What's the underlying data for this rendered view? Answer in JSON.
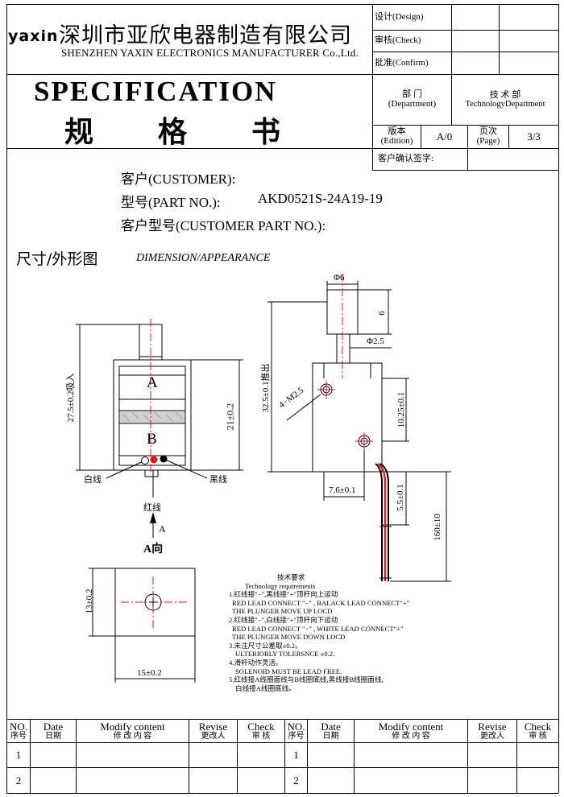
{
  "header": {
    "logo": "yaxin",
    "company_cn": "深圳市亚欣电器制造有限公司",
    "company_en": "SHENZHEN YAXIN ELECTRONICS MANUFACTURER Co.,Ltd.",
    "design_label": "设计(Design)",
    "check_label": "审核(Check)",
    "confirm_label": "批准(Confirm)"
  },
  "spec": {
    "title_en": "SPECIFICATION",
    "title_cn": [
      "规",
      "格",
      "书"
    ],
    "dept_label_cn": "部  门",
    "dept_label_en": "(Department)",
    "dept_value_cn": "技 术 部",
    "dept_value_en": "TechnologyDepartment",
    "edition_label_cn": "版本",
    "edition_label_en": "(Edition)",
    "edition_value": "A/0",
    "page_label_cn": "页次",
    "page_label_en": "(Page)",
    "page_value": "3/3",
    "customer_sign": "客户确认签字:"
  },
  "info": {
    "customer": "客户(CUSTOMER):",
    "part_no_label": "型号(PART NO.):",
    "part_no_value": "AKD0521S-24A19-19",
    "customer_part": "客户型号(CUSTOMER PART NO.):"
  },
  "section": {
    "title_cn": "尺寸/外形图",
    "title_en": "DIMENSION/APPEARANCE"
  },
  "drawing": {
    "label_a": "A",
    "label_b": "B",
    "dim_height_total": "27.5±0.2吸入",
    "dim_height_body": "21±0.2",
    "white_wire": "白线",
    "black_wire": "黑线",
    "red_wire": "红线",
    "arrow_a": "A",
    "view_a": "A向",
    "dim_phi6": "Φ6",
    "dim_6": "6",
    "dim_phi25": "Φ2.5",
    "dim_32_5": "32.5±0.1推出",
    "dim_m25": "4−M2.5",
    "dim_10_25": "10.25±0.1",
    "dim_7_6": "7.6±0.1",
    "dim_5_5": "5.5±0.1",
    "dim_160": "160±10",
    "dim_13": "13±0.2",
    "dim_15": "15±0.2"
  },
  "requirements": {
    "title_cn": "技术要求",
    "title_en": "Technology  requirements",
    "lines": [
      "1.红线接\"−\",黑线接\"+\"顶杆向上运动",
      "RED LEAD CONNECT  \"−\" , BALACK LEAD CONNECT\"+\"",
      "THE PLUNGER MOVE UP LOCD",
      "2.红线接\"−\",白线接\"+\"顶杆向下运动",
      "RED LEAD CONNECT  \"−\" , WHITE LEAD CONNECT\"+\"",
      "THE PLUNGER MOVE DOWN LOCD",
      "3.未注尺寸公差取±0.2。",
      "ULTERIORLY TOLERSNCE ±0.2.",
      "4.滑杆动作灵活。",
      "SOLENOID MUST BE LEAD FREE.",
      "5.红线接A线圈面线与B线圈底线,黑线接B线圈面线,",
      "白线接A线圈底线。"
    ]
  },
  "revision_table": {
    "headers": [
      {
        "en": "NO.",
        "cn": "序号"
      },
      {
        "en": "Date",
        "cn": "日期"
      },
      {
        "en": "Modify content",
        "cn": "修 改 内 容"
      },
      {
        "en": "Revise",
        "cn": "更改人"
      },
      {
        "en": "Check",
        "cn": "审 核"
      },
      {
        "en": "NO.",
        "cn": "序号"
      },
      {
        "en": "Date",
        "cn": "日期"
      },
      {
        "en": "Modify content",
        "cn": "修 改 内 容"
      },
      {
        "en": "Revise",
        "cn": "更改人"
      },
      {
        "en": "Check",
        "cn": "审 核"
      }
    ],
    "rows": [
      [
        "1",
        "",
        "",
        "",
        "",
        "1",
        "",
        "",
        "",
        ""
      ],
      [
        "2",
        "",
        "",
        "",
        "",
        "2",
        "",
        "",
        "",
        ""
      ]
    ]
  },
  "colors": {
    "red": "#e8141e",
    "black": "#000000"
  }
}
